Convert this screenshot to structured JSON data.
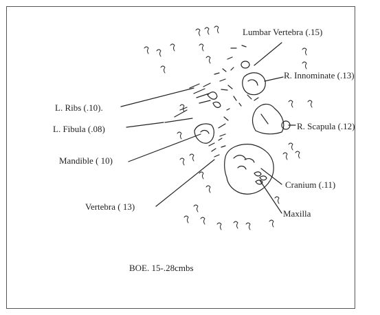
{
  "labels": {
    "lumbar_vertebra": "Lumbar Vertebra (.15)",
    "r_innominate": "R. Innominate (.13)",
    "l_ribs": "L. Ribs (.10).",
    "r_scapula": "R. Scapula (.12)",
    "l_fibula": "L. Fibula (.08)",
    "mandible": "Mandible ( 10)",
    "cranium": "Cranium (.11)",
    "vertebra": "Vertebra ( 13)",
    "maxilla": "Maxilla"
  },
  "caption": "BOE. 15-.28cmbs",
  "colors": {
    "ink": "#222222",
    "frame": "#555555",
    "background": "#ffffff"
  }
}
